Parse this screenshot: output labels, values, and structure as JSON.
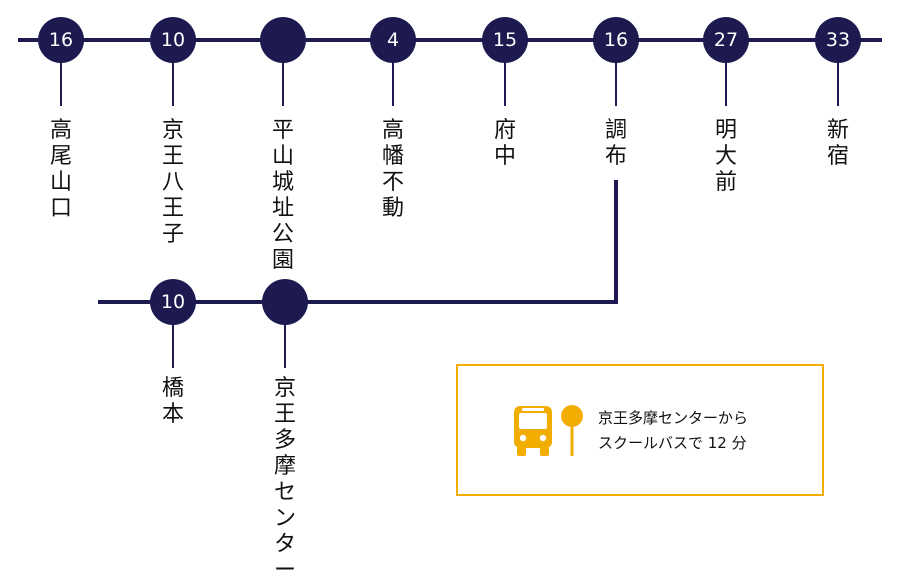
{
  "colors": {
    "navy": "#1c1a4f",
    "gold": "#f2ae00"
  },
  "main_line": {
    "stations": [
      {
        "number": "16",
        "name": "高尾山口"
      },
      {
        "number": "10",
        "name": "京王八王子"
      },
      {
        "number": "",
        "name": "平山城址公園"
      },
      {
        "number": "4",
        "name": "高幡不動"
      },
      {
        "number": "15",
        "name": "府中"
      },
      {
        "number": "16",
        "name": "調布"
      },
      {
        "number": "27",
        "name": "明大前"
      },
      {
        "number": "33",
        "name": "新宿"
      }
    ]
  },
  "branch_line": {
    "stations": [
      {
        "number": "10",
        "name": "橋本"
      },
      {
        "number": "",
        "name": "京王多摩センター"
      }
    ]
  },
  "info_box": {
    "line1": "京王多摩センターから",
    "line2": "スクールバスで 12 分",
    "icons": [
      "bus-icon",
      "bus-stop-icon"
    ]
  }
}
